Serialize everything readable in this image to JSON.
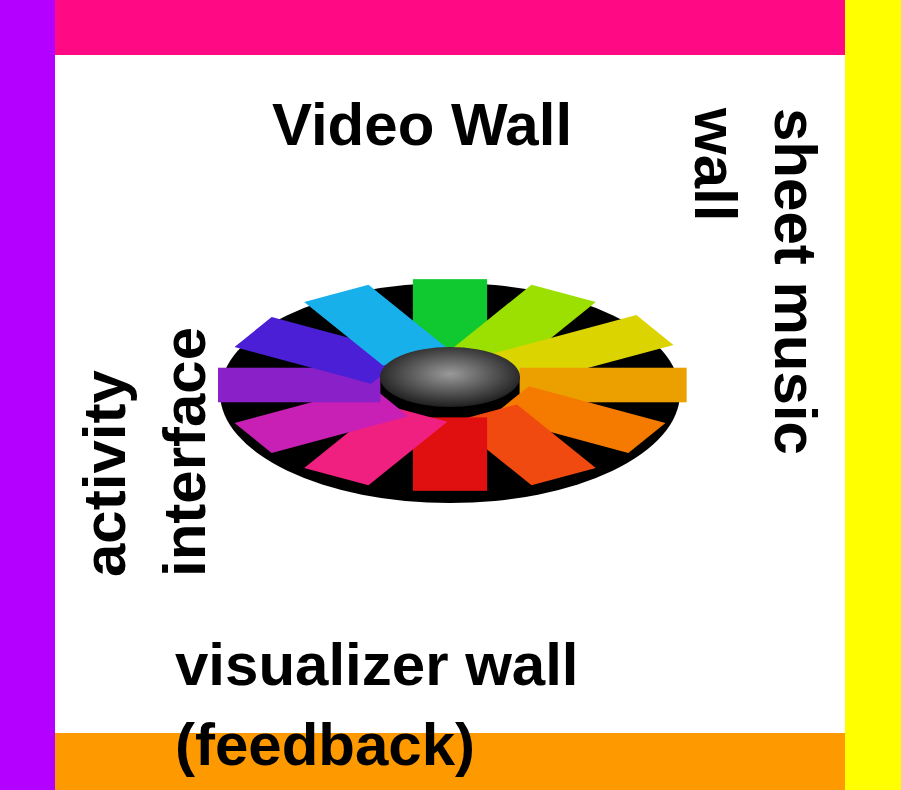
{
  "diagram": {
    "labels": [
      "Video Wall",
      "sheet music wall",
      "activity interface",
      "visualizer wall (feedback)"
    ]
  }
}
